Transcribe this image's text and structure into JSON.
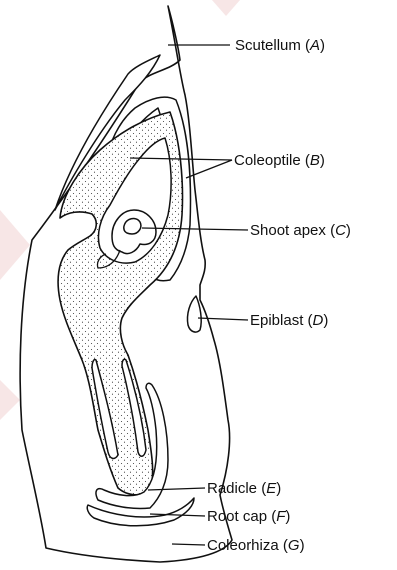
{
  "labels": {
    "scutellum": {
      "name": "Scutellum",
      "letter": "A"
    },
    "coleoptile": {
      "name": "Coleoptile",
      "letter": "B"
    },
    "shoot_apex": {
      "name": "Shoot apex",
      "letter": "C"
    },
    "epiblast": {
      "name": "Epiblast",
      "letter": "D"
    },
    "radicle": {
      "name": "Radicle",
      "letter": "E"
    },
    "root_cap": {
      "name": "Root cap",
      "letter": "F"
    },
    "coleorhiza": {
      "name": "Coleorhiza",
      "letter": "G"
    }
  },
  "colors": {
    "line": "#111111",
    "background": "#ffffff",
    "watermark": "#f7e6e6"
  }
}
